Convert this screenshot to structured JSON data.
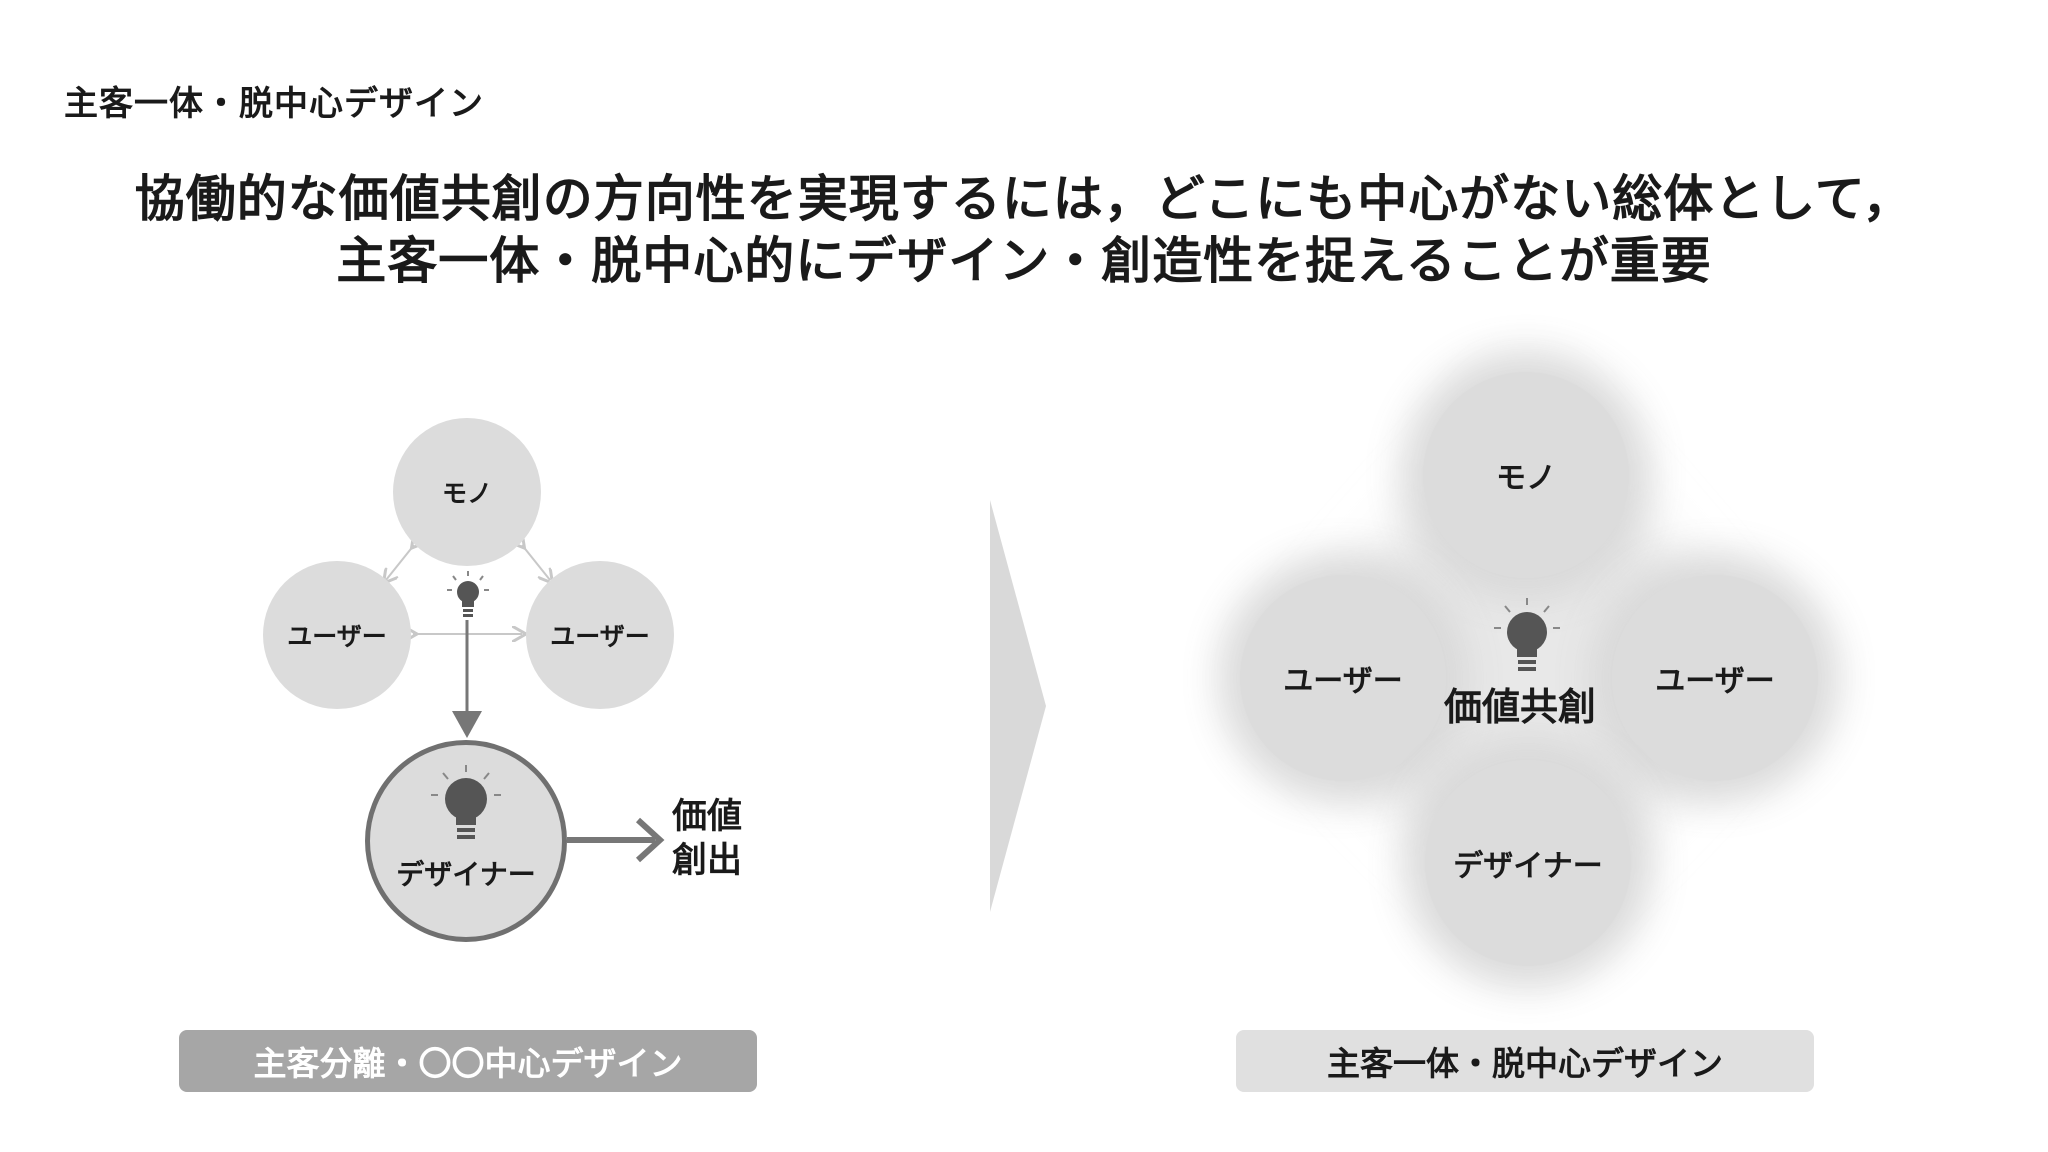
{
  "slide_label": "主客一体・脱中心デザイン",
  "headline": {
    "line1": "協働的な価値共創の方向性を実現するには，どこにも中心がない総体として，",
    "line2": "主客一体・脱中心的にデザイン・創造性を捉えることが重要"
  },
  "left_diagram": {
    "top_node": "モノ",
    "left_node": "ユーザー",
    "right_node": "ユーザー",
    "designer_node": "デザイナー",
    "output_label_line1": "価値",
    "output_label_line2": "創出",
    "caption": "主客分離・〇〇中心デザイン"
  },
  "right_diagram": {
    "top_node": "モノ",
    "left_node": "ユーザー",
    "right_node": "ユーザー",
    "bottom_node": "デザイナー",
    "center_label": "価値共創",
    "caption": "主客一体・脱中心デザイン"
  },
  "colors": {
    "node_fill": "#dcdcdc",
    "designer_border": "#707070",
    "arrow_dark": "#777777",
    "arrow_light": "#c8c8c8",
    "chevron": "#d9d9d9",
    "bulb": "#555555",
    "caption_left_bg": "#a6a6a6",
    "caption_right_bg": "#e0e0e0"
  },
  "icons": [
    "lightbulb-icon",
    "chevron-right-icon"
  ]
}
